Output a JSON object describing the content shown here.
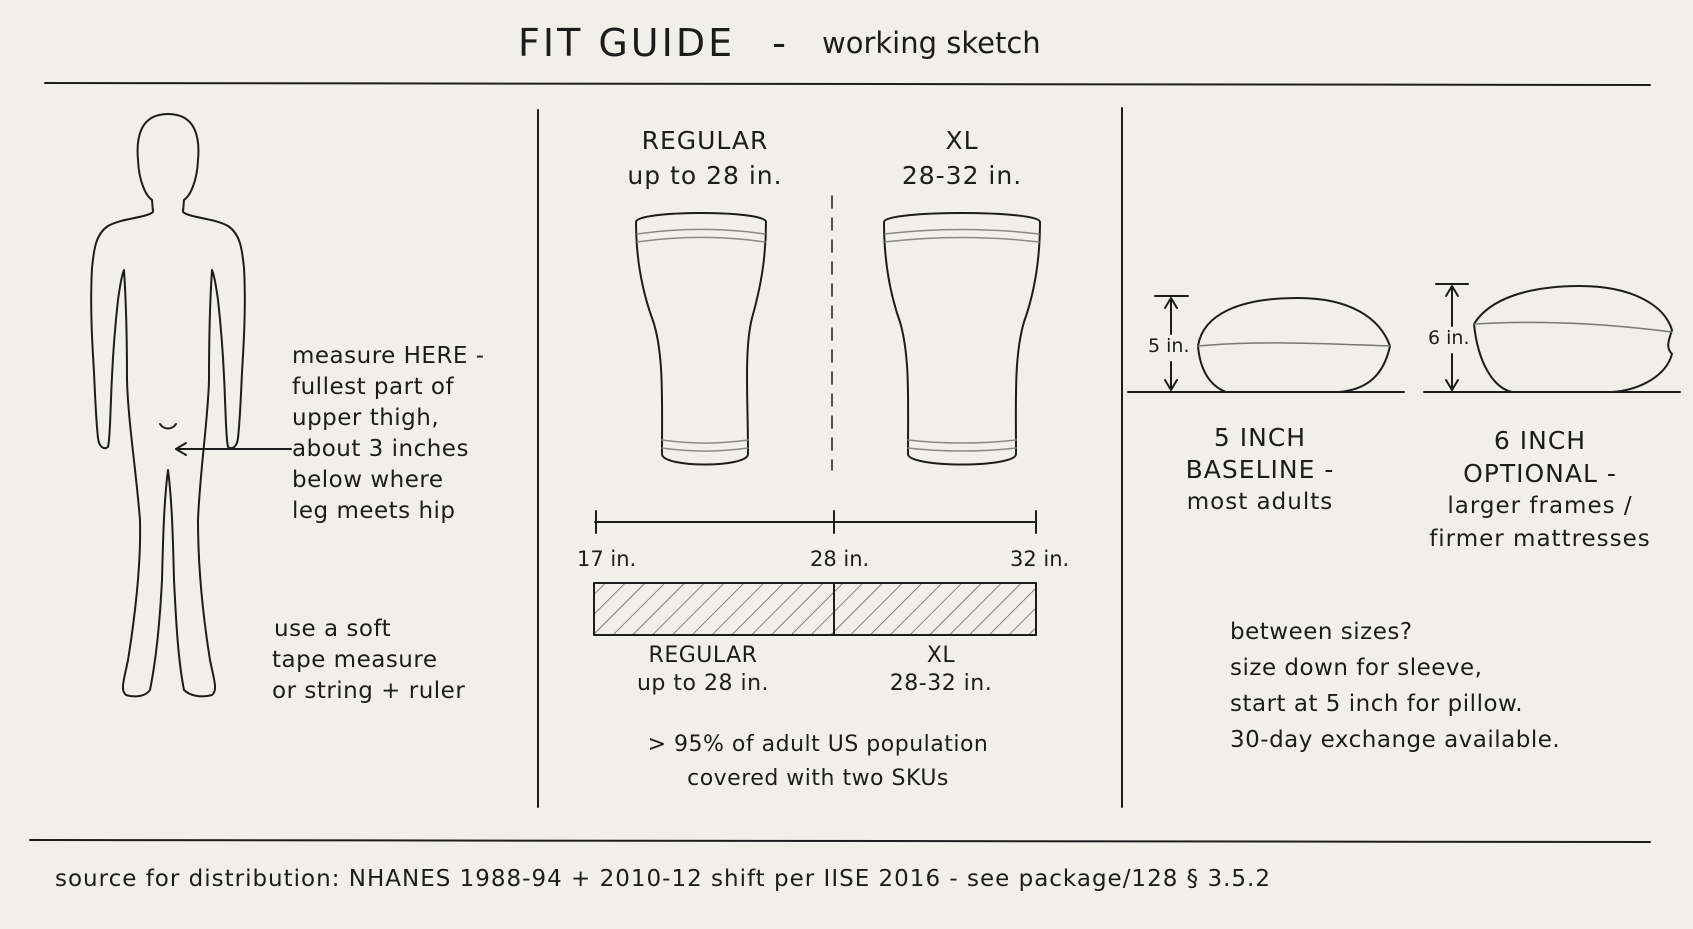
{
  "title": "FIT GUIDE",
  "title_separator": "-",
  "subtitle": "working sketch",
  "measure_panel": {
    "instruction_lines": [
      "measure HERE -",
      "fullest part of",
      "upper thigh,",
      "about 3 inches",
      "below where",
      "leg meets hip"
    ],
    "tool_lines": [
      "use a soft",
      "tape measure",
      "or string + ruler"
    ]
  },
  "sleeve_panel": {
    "sizes": [
      {
        "name": "REGULAR",
        "range": "up to 28 in."
      },
      {
        "name": "XL",
        "range": "28-32 in."
      }
    ],
    "scale_ticks": [
      "17 in.",
      "28 in.",
      "32 in."
    ],
    "bar_labels": [
      {
        "name": "REGULAR",
        "range": "up to 28 in."
      },
      {
        "name": "XL",
        "range": "28-32 in."
      }
    ],
    "coverage_lines": [
      "> 95% of adult US population",
      "covered with two SKUs"
    ]
  },
  "pillow_panel": {
    "pillows": [
      {
        "height": "5 in.",
        "lines": [
          "5 INCH",
          "BASELINE -",
          "most adults"
        ]
      },
      {
        "height": "6 in.",
        "lines": [
          "6 INCH",
          "OPTIONAL -",
          "larger frames /",
          "firmer mattresses"
        ]
      }
    ],
    "advice_lines": [
      "between sizes?",
      "size down for sleeve,",
      "start at 5 inch for pillow.",
      "30-day exchange available."
    ]
  },
  "source": "source for distribution: NHANES 1988-94 + 2010-12 shift per IISE 2016 - see package/128 § 3.5.2"
}
